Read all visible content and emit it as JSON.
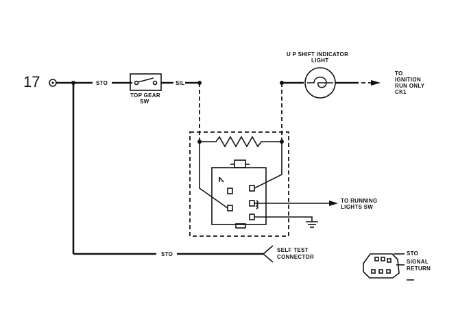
{
  "circuit": {
    "number": "17",
    "wire_sto_1": "STO",
    "wire_sil": "SIL",
    "wire_sto_bottom": "STO"
  },
  "top_gear_switch": {
    "line1": "TOP GEAR",
    "line2": "SW"
  },
  "shift_indicator": {
    "line1": "U P SHIFT INDICATOR",
    "line2": "LIGHT"
  },
  "ignition_note": {
    "line1": "TO",
    "line2": "IGNITION",
    "line3": "RUN ONLY",
    "line4": "CK1"
  },
  "running_lights_note": {
    "line1": "TO RUNNING",
    "line2": "LIGHTS SW"
  },
  "self_test_connector": {
    "line1": "SELF TEST",
    "line2": "CONNECTOR"
  },
  "connector_legend": {
    "sto": "STO",
    "signal_line1": "SIGNAL",
    "signal_line2": "RETURN"
  }
}
